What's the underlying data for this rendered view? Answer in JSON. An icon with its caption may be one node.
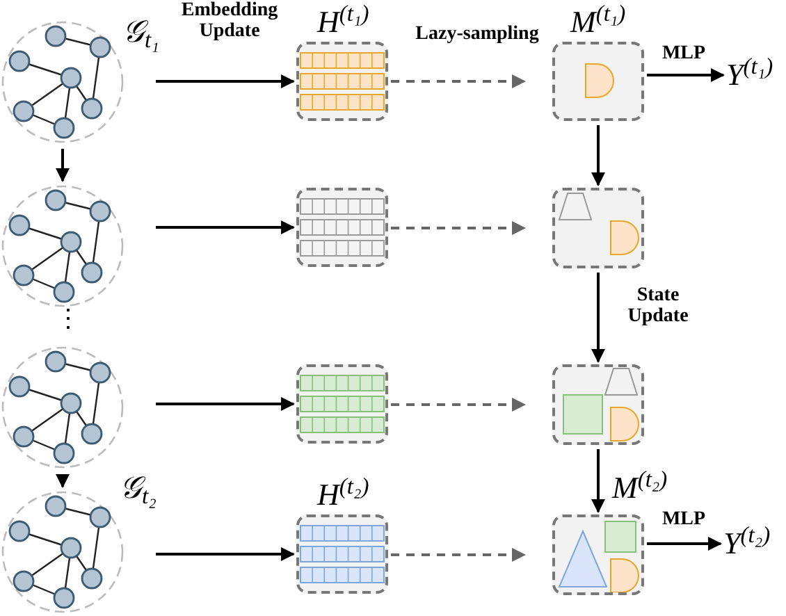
{
  "diagram": {
    "nodes": [
      {
        "text": [],
        "shape": "circle",
        "beside": [
          "𝒢$_{t₁}$"
        ]
      },
      {
        "text": [],
        "shape": "circle"
      },
      {
        "text": [],
        "shape": "circle"
      },
      {
        "text": [],
        "shape": "circle",
        "beside": [
          "𝒢$_{t₂}$"
        ]
      },
      {
        "text": [],
        "shape": "box",
        "beside": [
          "H$^{(t₁)}$"
        ]
      },
      {
        "text": [],
        "shape": "box"
      },
      {
        "text": [],
        "shape": "box"
      },
      {
        "text": [],
        "shape": "box",
        "beside": [
          "H$^{(t₂)}$"
        ]
      },
      {
        "text": [],
        "shape": "box",
        "beside": [
          "M$^{(t₁)}$"
        ]
      },
      {
        "text": [],
        "shape": "box"
      },
      {
        "text": [],
        "shape": "box"
      },
      {
        "text": [],
        "shape": "box",
        "beside": [
          "M$^{(t₂)}$"
        ]
      },
      {
        "text": [
          "Y$^{(t₁)}$"
        ]
      },
      {
        "text": [
          "Y$^{(t₂)}$"
        ]
      }
    ],
    "edges": [
      {
        "from": 0,
        "to": 1,
        "arrow": "to"
      },
      {
        "from": 2,
        "to": 3,
        "arrow": "to"
      },
      {
        "from": 0,
        "to": 4,
        "arrow": "to",
        "label": "Embedding Update"
      },
      {
        "from": 1,
        "to": 5,
        "arrow": "to"
      },
      {
        "from": 2,
        "to": 6,
        "arrow": "to"
      },
      {
        "from": 3,
        "to": 7,
        "arrow": "to"
      },
      {
        "from": 4,
        "to": 8,
        "arrow": "to",
        "style": "dashed",
        "color": "#666666",
        "label": "Lazy-sampling"
      },
      {
        "from": 5,
        "to": 9,
        "arrow": "to",
        "style": "dashed",
        "color": "#666666"
      },
      {
        "from": 6,
        "to": 10,
        "arrow": "to",
        "style": "dashed",
        "color": "#666666"
      },
      {
        "from": 7,
        "to": 11,
        "arrow": "to",
        "style": "dashed",
        "color": "#666666"
      },
      {
        "from": 8,
        "to": 9,
        "arrow": "to"
      },
      {
        "from": 9,
        "to": 10,
        "arrow": "to",
        "label": "State Update"
      },
      {
        "from": 10,
        "to": 11,
        "arrow": "to"
      },
      {
        "from": 8,
        "to": 12,
        "arrow": "to",
        "label": "MLP"
      },
      {
        "from": 11,
        "to": 13,
        "arrow": "to",
        "label": "MLP"
      }
    ],
    "labels": [
      "⋮"
    ]
  }
}
